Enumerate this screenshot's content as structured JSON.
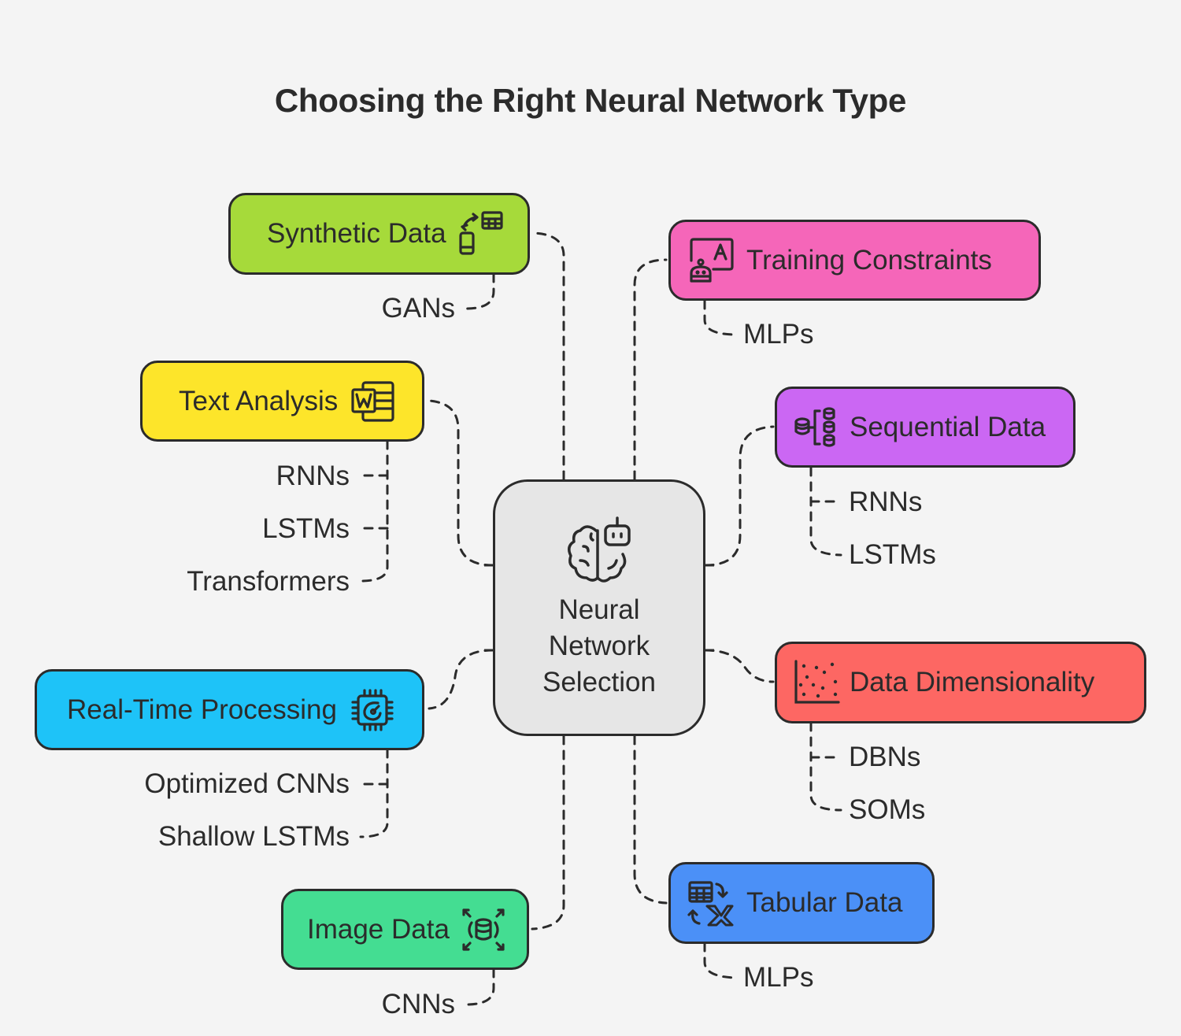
{
  "title": "Choosing the Right Neural Network Type",
  "center": {
    "lines": [
      "Neural",
      "Network",
      "Selection"
    ],
    "icon": "brain-robot-icon",
    "color": "#e6e6e6"
  },
  "branches": [
    {
      "id": "synthetic-data",
      "label": "Synthetic Data",
      "icon": "device-sync-table-icon",
      "color": "#a6da3a",
      "side": "left",
      "leaves": [
        "GANs"
      ]
    },
    {
      "id": "text-analysis",
      "label": "Text Analysis",
      "icon": "word-document-icon",
      "color": "#fde52a",
      "side": "left",
      "leaves": [
        "RNNs",
        "LSTMs",
        "Transformers"
      ]
    },
    {
      "id": "real-time-processing",
      "label": "Real-Time Processing",
      "icon": "chip-gauge-icon",
      "color": "#1ec3f8",
      "side": "left",
      "leaves": [
        "Optimized CNNs",
        "Shallow LSTMs"
      ]
    },
    {
      "id": "image-data",
      "label": "Image Data",
      "icon": "database-expand-icon",
      "color": "#44dd92",
      "side": "left",
      "leaves": [
        "CNNs"
      ]
    },
    {
      "id": "training-constraints",
      "label": "Training Constraints",
      "icon": "robot-presenter-icon",
      "color": "#f566b9",
      "side": "right",
      "leaves": [
        "MLPs"
      ]
    },
    {
      "id": "sequential-data",
      "label": "Sequential Data",
      "icon": "database-sequence-icon",
      "color": "#cb67f3",
      "side": "right",
      "leaves": [
        "RNNs",
        "LSTMs"
      ]
    },
    {
      "id": "data-dimensionality",
      "label": "Data Dimensionality",
      "icon": "scatter-plot-icon",
      "color": "#fd6763",
      "side": "right",
      "leaves": [
        "DBNs",
        "SOMs"
      ]
    },
    {
      "id": "tabular-data",
      "label": "Tabular Data",
      "icon": "spreadsheet-transform-icon",
      "color": "#4b90f7",
      "side": "right",
      "leaves": [
        "MLPs"
      ]
    }
  ]
}
